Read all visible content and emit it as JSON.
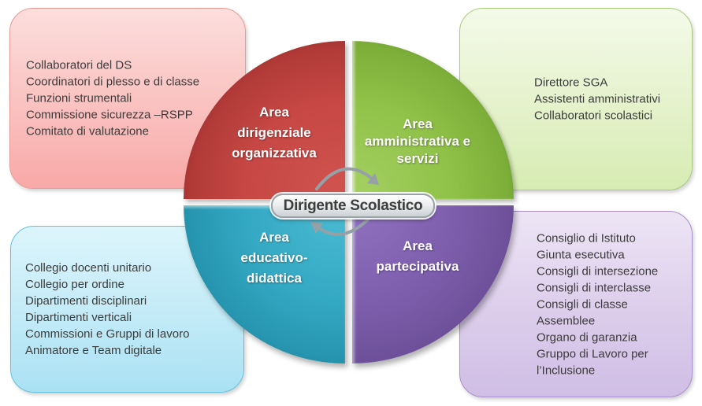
{
  "diagram": {
    "center": {
      "label": "Dirigente Scolastico"
    },
    "quadrants": {
      "top_left": {
        "label": "Area\ndirigenziale\norganizzativa",
        "color": "#c24340"
      },
      "top_right": {
        "label": "Area\namministrativa e\nservizi",
        "color": "#8fc148"
      },
      "bottom_left": {
        "label": "Area\neducativo-\ndidattica",
        "color": "#30a5c0"
      },
      "bottom_right": {
        "label": "Area\npartecipativa",
        "color": "#7c5dab"
      }
    },
    "boxes": {
      "top_left": {
        "color": "#f8a9a7",
        "items": [
          "Collaboratori del DS",
          "Coordinatori di plesso e di classe",
          "Funzioni strumentali",
          "Commissione sicurezza –RSPP",
          "Comitato di valutazione"
        ]
      },
      "top_right": {
        "color": "#d7ecb4",
        "items": [
          "Direttore SGA",
          "Assistenti amministrativi",
          "Collaboratori scolastici"
        ]
      },
      "bottom_left": {
        "color": "#aae2f3",
        "items": [
          "Collegio docenti unitario",
          "Collegio per ordine",
          "Dipartimenti disciplinari",
          "Dipartimenti verticali",
          "Commissioni e Gruppi di lavoro",
          "Animatore e Team digitale"
        ]
      },
      "bottom_right": {
        "color": "#d0bee5",
        "items": [
          "Consiglio di Istituto",
          "Giunta esecutiva",
          "Consigli di intersezione",
          "Consigli di interclasse",
          "Consigli di classe",
          "Assemblee",
          "Organo di garanzia",
          "Gruppo di Lavoro per l’Inclusione"
        ]
      }
    }
  }
}
